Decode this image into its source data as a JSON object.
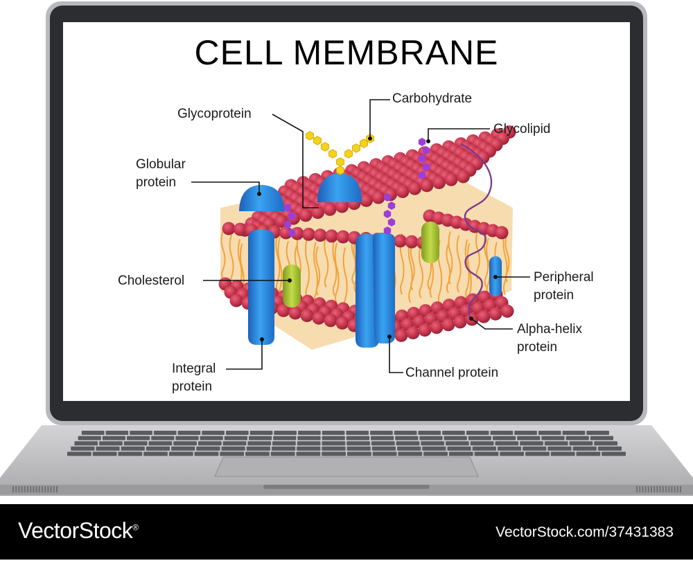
{
  "title": "CELL MEMBRANE",
  "labels": {
    "glycoprotein": "Glycoprotein",
    "carbohydrate": "Carbohydrate",
    "glycolipid": "Glycolipid",
    "globular_protein_1": "Globular",
    "globular_protein_2": "protein",
    "cholesterol": "Cholesterol",
    "peripheral_protein_1": "Peripheral",
    "peripheral_protein_2": "protein",
    "alpha_helix_1": "Alpha-helix",
    "alpha_helix_2": "protein",
    "integral_protein_1": "Integral",
    "integral_protein_2": "protein",
    "channel_protein": "Channel protein"
  },
  "footer": {
    "brand": "VectorStock",
    "brand_mark": "®",
    "stock_id": "VectorStock.com/37431383"
  },
  "colors": {
    "phospholipid_head": "#c8364e",
    "tail": "#f2a23a",
    "protein": "#2f8fe0",
    "cholesterol": "#a7c83a",
    "glycolipid": "#9b3fd8",
    "carbohydrate": "#f5d21c",
    "alpha_helix": "#7a3a8c",
    "laptop_body": "#c9c9cb",
    "screen_bezel": "#2b2d31"
  }
}
